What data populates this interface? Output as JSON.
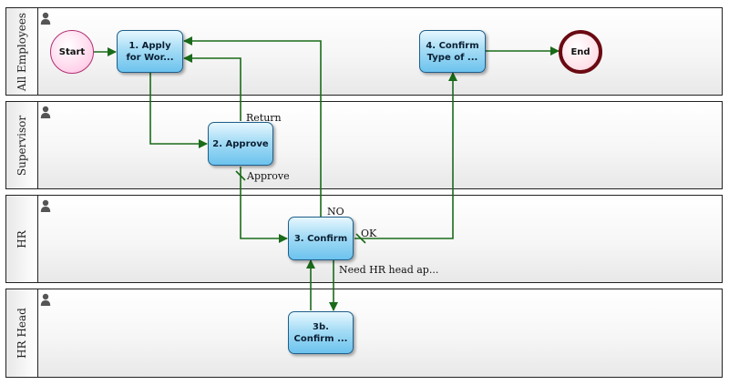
{
  "lanes": [
    {
      "label": "All Employees"
    },
    {
      "label": "Supervisor"
    },
    {
      "label": "HR"
    },
    {
      "label": "HR Head"
    }
  ],
  "events": {
    "start": "Start",
    "end": "End"
  },
  "tasks": {
    "apply": "1. Apply for Wor...",
    "approve": "2. Approve",
    "confirm": "3. Confirm",
    "confirm_b": "3b. Confirm ...",
    "confirm_type": "4. Confirm Type of ..."
  },
  "flow_labels": {
    "return": "Return",
    "approve": "Approve",
    "no": "NO",
    "ok": "OK",
    "need_hr_head": "Need HR head ap..."
  },
  "colors": {
    "flow_line": "#1a6b1a",
    "task_fill": "#8fd3f4",
    "start_fill": "#ffd2ea",
    "end_border": "#6a0a12"
  },
  "icons": {
    "lane_icon": "person-icon"
  }
}
